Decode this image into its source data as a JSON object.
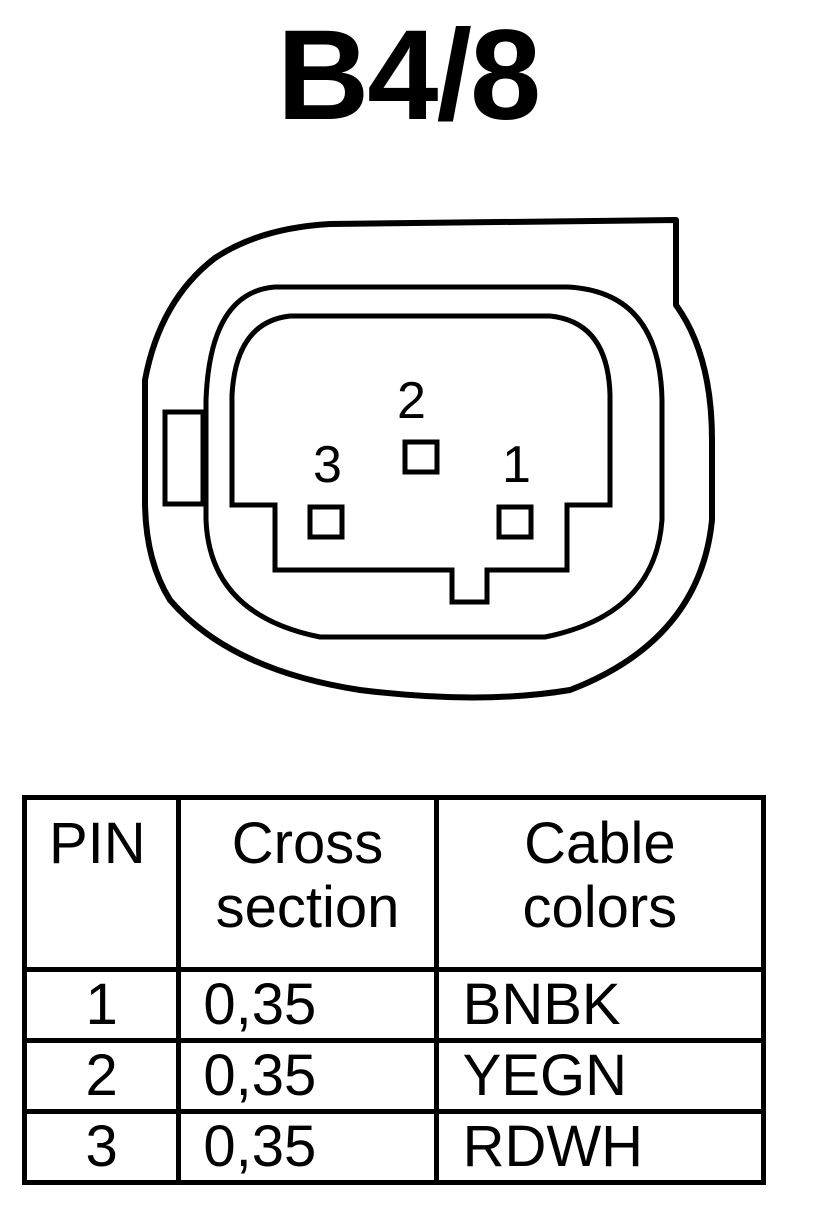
{
  "title": "B4/8",
  "connector": {
    "pin_labels": [
      "1",
      "2",
      "3"
    ]
  },
  "table": {
    "headers": {
      "pin": "PIN",
      "cross_section_line1": "Cross",
      "cross_section_line2": "section",
      "cable_colors_line1": "Cable",
      "cable_colors_line2": "colors"
    },
    "rows": [
      {
        "pin": "1",
        "cross_section": "0,35",
        "color": "BNBK"
      },
      {
        "pin": "2",
        "cross_section": "0,35",
        "color": "YEGN"
      },
      {
        "pin": "3",
        "cross_section": "0,35",
        "color": "RDWH"
      }
    ]
  }
}
